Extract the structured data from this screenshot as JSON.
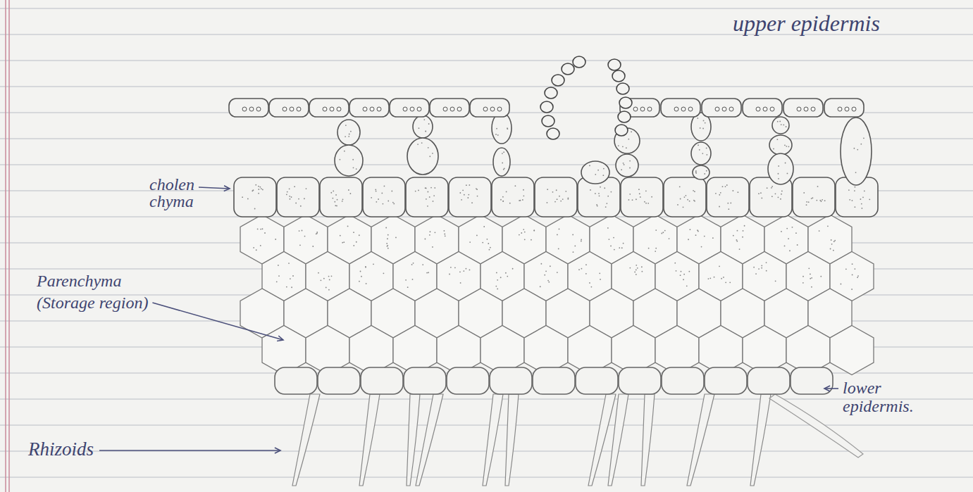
{
  "diagram": {
    "labels": [
      "upper epidermis",
      "cholen chyma",
      "Parenchyma (Storage region)",
      "lower epidermis.",
      "Rhizoids"
    ]
  }
}
